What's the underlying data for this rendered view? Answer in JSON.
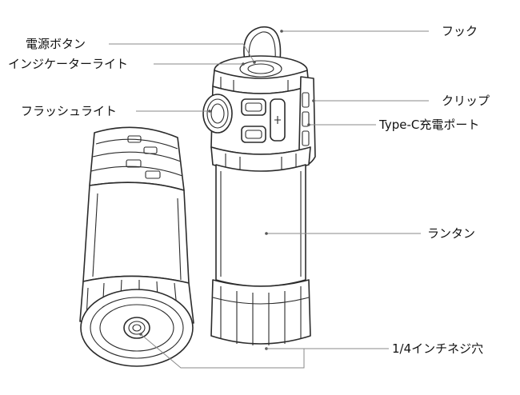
{
  "labels": {
    "power_button": "電源ボタン",
    "indicator_light": "インジケーターライト",
    "flashlight": "フラッシュライト",
    "hook": "フック",
    "clip": "クリップ",
    "usb_c_port": "Type-C充電ポート",
    "lantern": "ランタン",
    "tripod_hole": "1/4インチネジ穴"
  },
  "colors": {
    "line": "#2b2b2b",
    "leader": "#8a8a8a",
    "text": "#111111",
    "background": "#ffffff"
  }
}
